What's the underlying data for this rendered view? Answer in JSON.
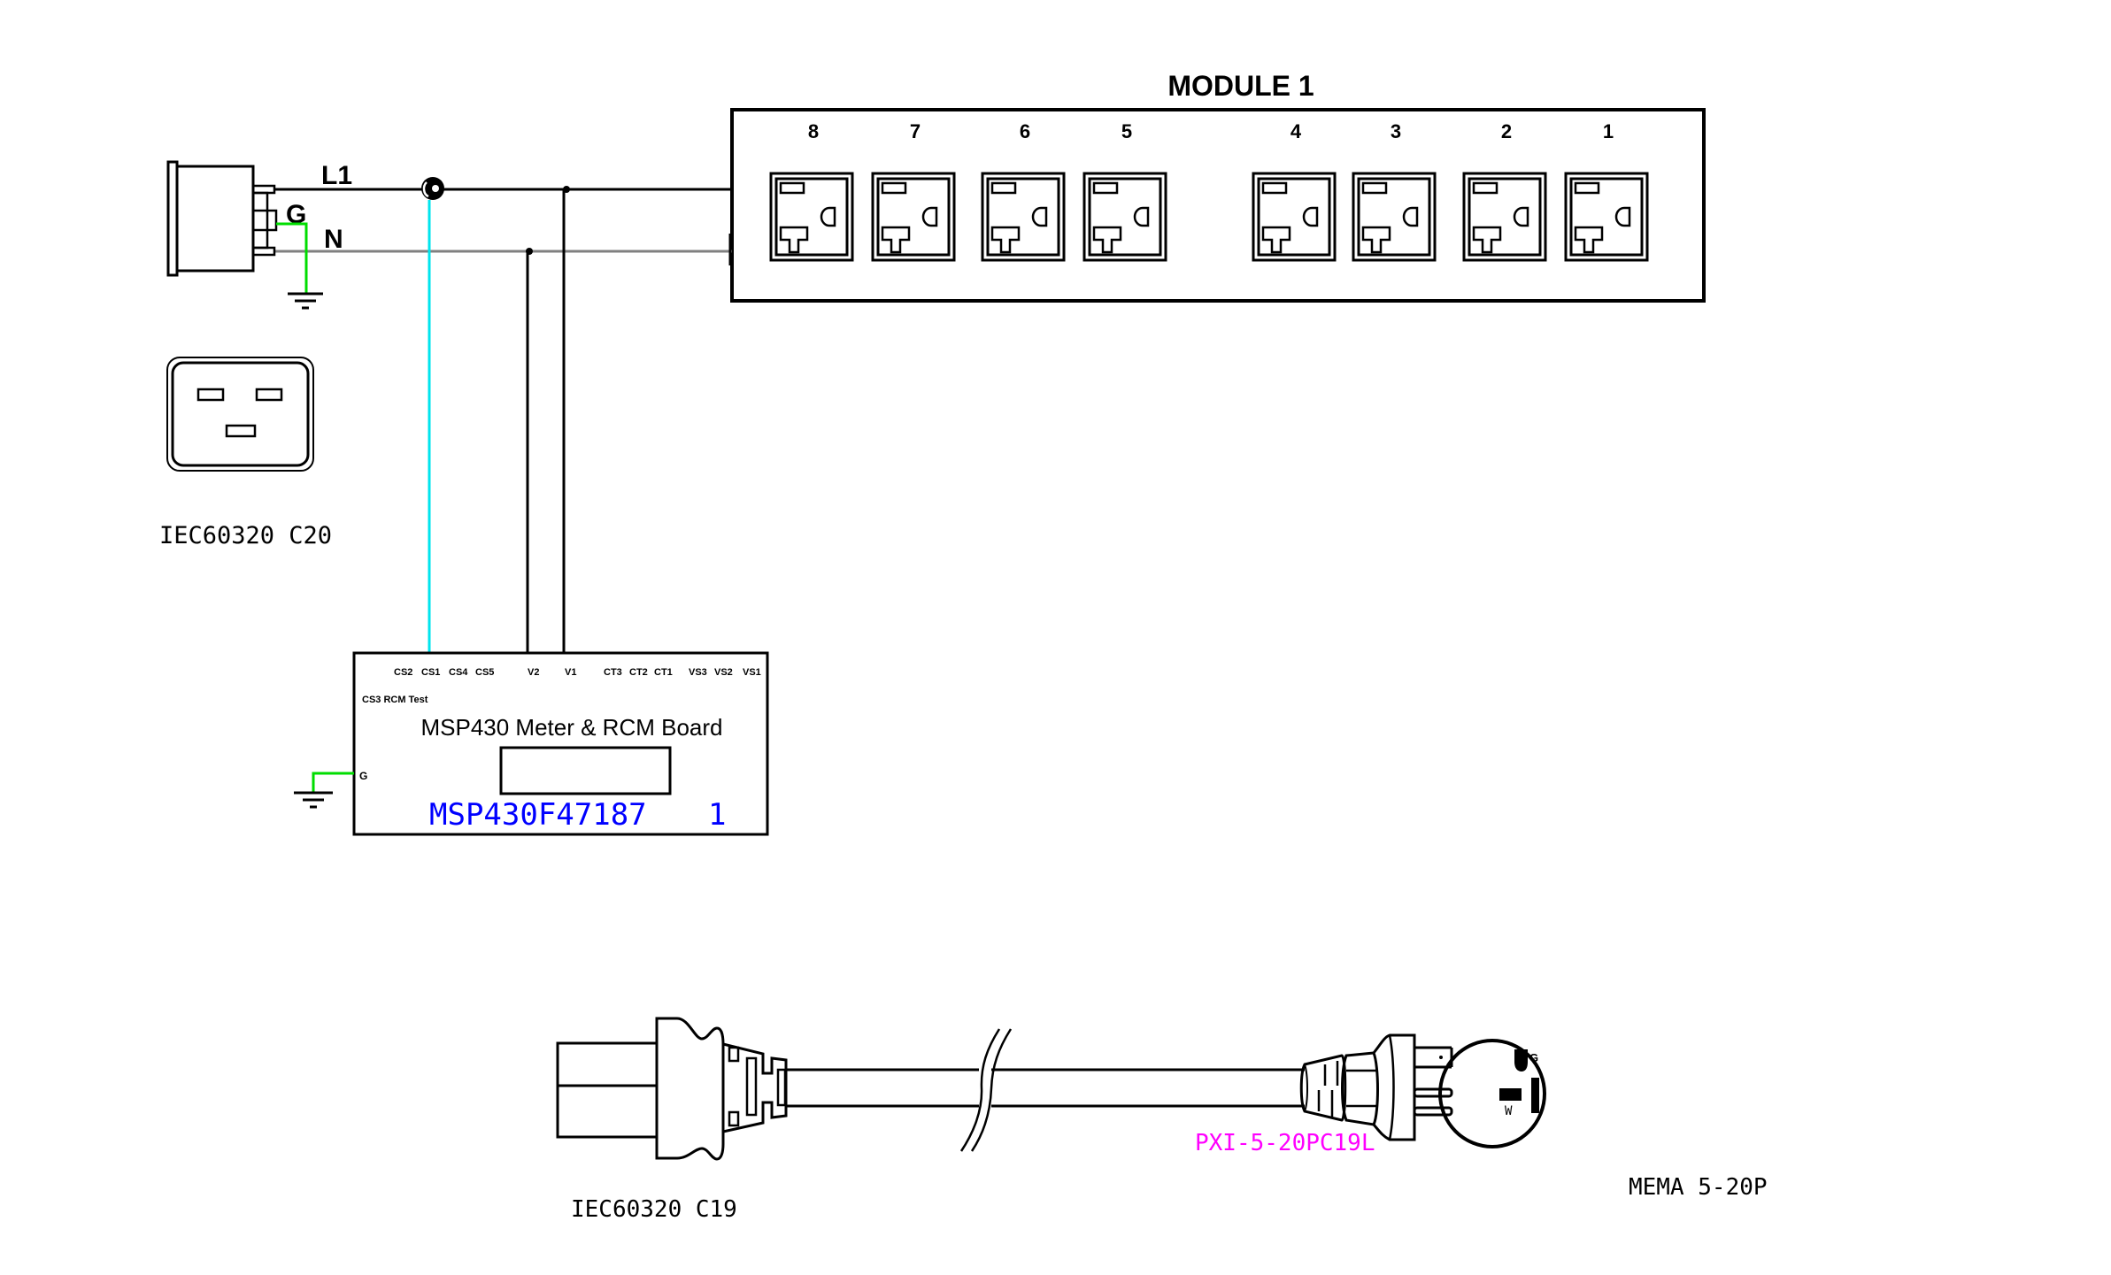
{
  "diagram": {
    "module": {
      "title": "MODULE 1",
      "outlets": [
        {
          "number": "8",
          "type": "NEMA 5-20R"
        },
        {
          "number": "7",
          "type": "NEMA 5-20R"
        },
        {
          "number": "6",
          "type": "NEMA 5-20R"
        },
        {
          "number": "5",
          "type": "NEMA 5-20R"
        },
        {
          "number": "4",
          "type": "NEMA 5-20R"
        },
        {
          "number": "3",
          "type": "NEMA 5-20R"
        },
        {
          "number": "2",
          "type": "NEMA 5-20R"
        },
        {
          "number": "1",
          "type": "NEMA 5-20R"
        }
      ]
    },
    "wires": {
      "line_label": "L1",
      "ground_label": "G",
      "neutral_label": "N",
      "colors": {
        "line": "#000000",
        "neutral": "#808080",
        "ground": "#00dd00",
        "sensor": "#00e5ee"
      }
    },
    "inlet": {
      "label": "IEC60320 C20"
    },
    "board": {
      "title": "MSP430 Meter & RCM Board",
      "part_number": "MSP430F47187",
      "quantity": "1",
      "ground_pin": "G",
      "rcm_label": "CS3 RCM Test",
      "pins": [
        "CS2",
        "CS1",
        "CS4",
        "CS5",
        "V2",
        "V1",
        "CT3",
        "CT2",
        "CT1",
        "VS3",
        "VS2",
        "VS1"
      ]
    },
    "cord": {
      "connector_label": "IEC60320 C19",
      "part_label": "PXI-5-20PC19L",
      "plug_label": "MEMA 5-20P",
      "plug_face": {
        "ground_label": "G",
        "neutral_label": "W"
      }
    },
    "text_colors": {
      "part_number": "#0000ff",
      "cord_part": "#ff00ff"
    }
  }
}
